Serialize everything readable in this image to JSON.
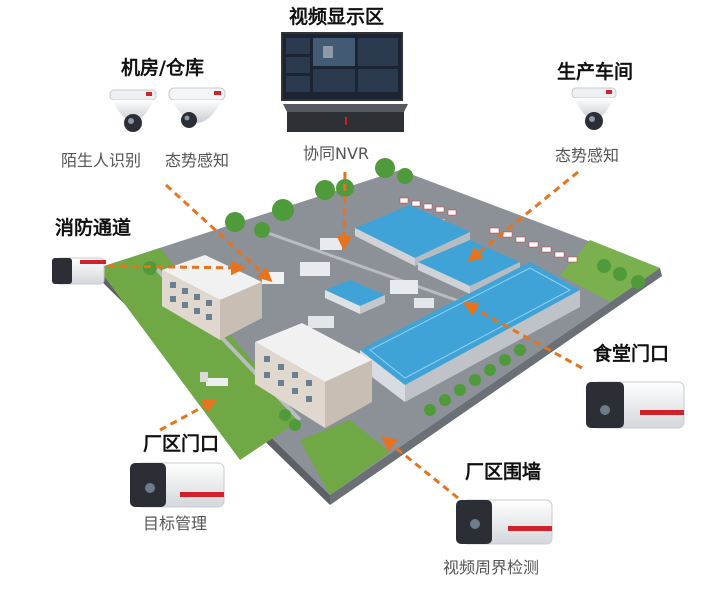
{
  "labels": {
    "video_zone": "视频显示区",
    "server_room": "机房/仓库",
    "production": "生产车间",
    "fire_lane": "消防通道",
    "canteen_gate": "食堂门口",
    "factory_gate": "厂区门口",
    "factory_wall": "厂区围墙"
  },
  "captions": {
    "stranger": "陌生人识别",
    "situation_1": "态势感知",
    "nvr": "协同NVR",
    "situation_2": "态势感知",
    "target": "目标管理",
    "perimeter": "视频周界检测"
  },
  "colors": {
    "arrow": "#e8731e",
    "brand_red": "#d0222a",
    "roof_blue": "#3fa3d8",
    "ground_gray": "#8e939a",
    "grass_green": "#6fa845"
  }
}
